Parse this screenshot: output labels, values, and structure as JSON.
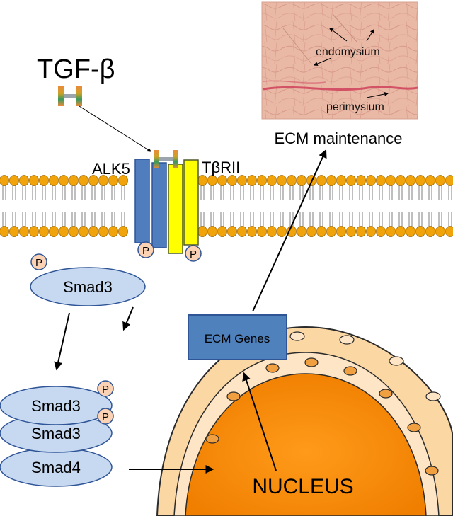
{
  "ligand": {
    "label": "TGF-β"
  },
  "receptors": {
    "type1": "ALK5",
    "type2": "TβRII"
  },
  "phospho": "P",
  "smad": {
    "single": "Smad3",
    "stack": [
      "Smad3",
      "Smad3",
      "Smad4"
    ]
  },
  "genes": {
    "label": "ECM Genes"
  },
  "nucleus": {
    "label": "NUCLEUS"
  },
  "histology": {
    "outcome": "ECM maintenance",
    "labels": [
      "endomysium",
      "perimysium"
    ]
  },
  "colors": {
    "receptor_alk5": "#4f7dbd",
    "receptor_tbrii": "#ffff00",
    "phospho_fill": "#fbd3b4",
    "smad_fill": "#c6d9f1",
    "genes_fill": "#4f81bd",
    "nucleus_fill": "#ff8c00",
    "envelope_fill": "#fbd7a4",
    "lipid_head": "#f0a30a",
    "tissue": "#e8b3a0"
  }
}
